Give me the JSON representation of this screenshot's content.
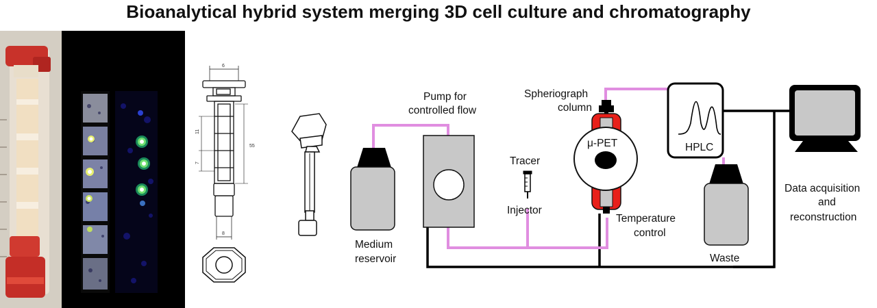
{
  "title": "Bioanalytical hybrid system merging 3D cell culture and chromatography",
  "labels": {
    "pump_line1": "Pump for",
    "pump_line2": "controlled flow",
    "column_line1": "Spheriograph",
    "column_line2": "column",
    "upet": "μ-PET",
    "hplc": "HPLC",
    "tracer": "Tracer",
    "injector": "Injector",
    "temp_line1": "Temperature",
    "temp_line2": "control",
    "medium_line1": "Medium",
    "medium_line2": "reservoir",
    "waste": "Waste",
    "data_line1": "Data acquisition",
    "data_line2": "and",
    "data_line3": "reconstruction"
  },
  "dimensions": {
    "top": "6",
    "side_a": "11",
    "side_b": "7",
    "length": "55",
    "bottom": "8"
  },
  "colors": {
    "tubing": "#e08ee0",
    "heater": "#e8201a",
    "device_gray": "#c8c8c8",
    "cap": "#000000",
    "cable": "#000000"
  }
}
